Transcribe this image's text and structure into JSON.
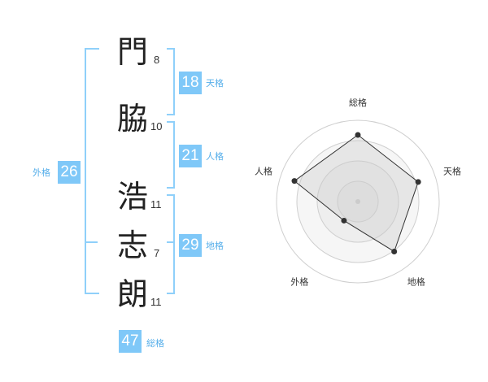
{
  "name_chars": [
    {
      "char": "門",
      "strokes": "8"
    },
    {
      "char": "脇",
      "strokes": "10"
    },
    {
      "char": "浩",
      "strokes": "11"
    },
    {
      "char": "志",
      "strokes": "7"
    },
    {
      "char": "朗",
      "strokes": "11"
    }
  ],
  "fortunes": {
    "tenkaku": {
      "value": "18",
      "label": "天格"
    },
    "jinkaku": {
      "value": "21",
      "label": "人格"
    },
    "chikaku": {
      "value": "29",
      "label": "地格"
    },
    "gaikaku": {
      "value": "26",
      "label": "外格"
    },
    "soukaku": {
      "value": "47",
      "label": "総格"
    }
  },
  "colors": {
    "accent": "#7fc8f8",
    "bracket": "#8fd0fa",
    "label": "#55aeea"
  },
  "chart_data": {
    "type": "radar",
    "axes": [
      "総格",
      "天格",
      "地格",
      "外格",
      "人格"
    ],
    "values": [
      0.82,
      0.78,
      0.76,
      0.29,
      0.82
    ],
    "rings": 4
  }
}
